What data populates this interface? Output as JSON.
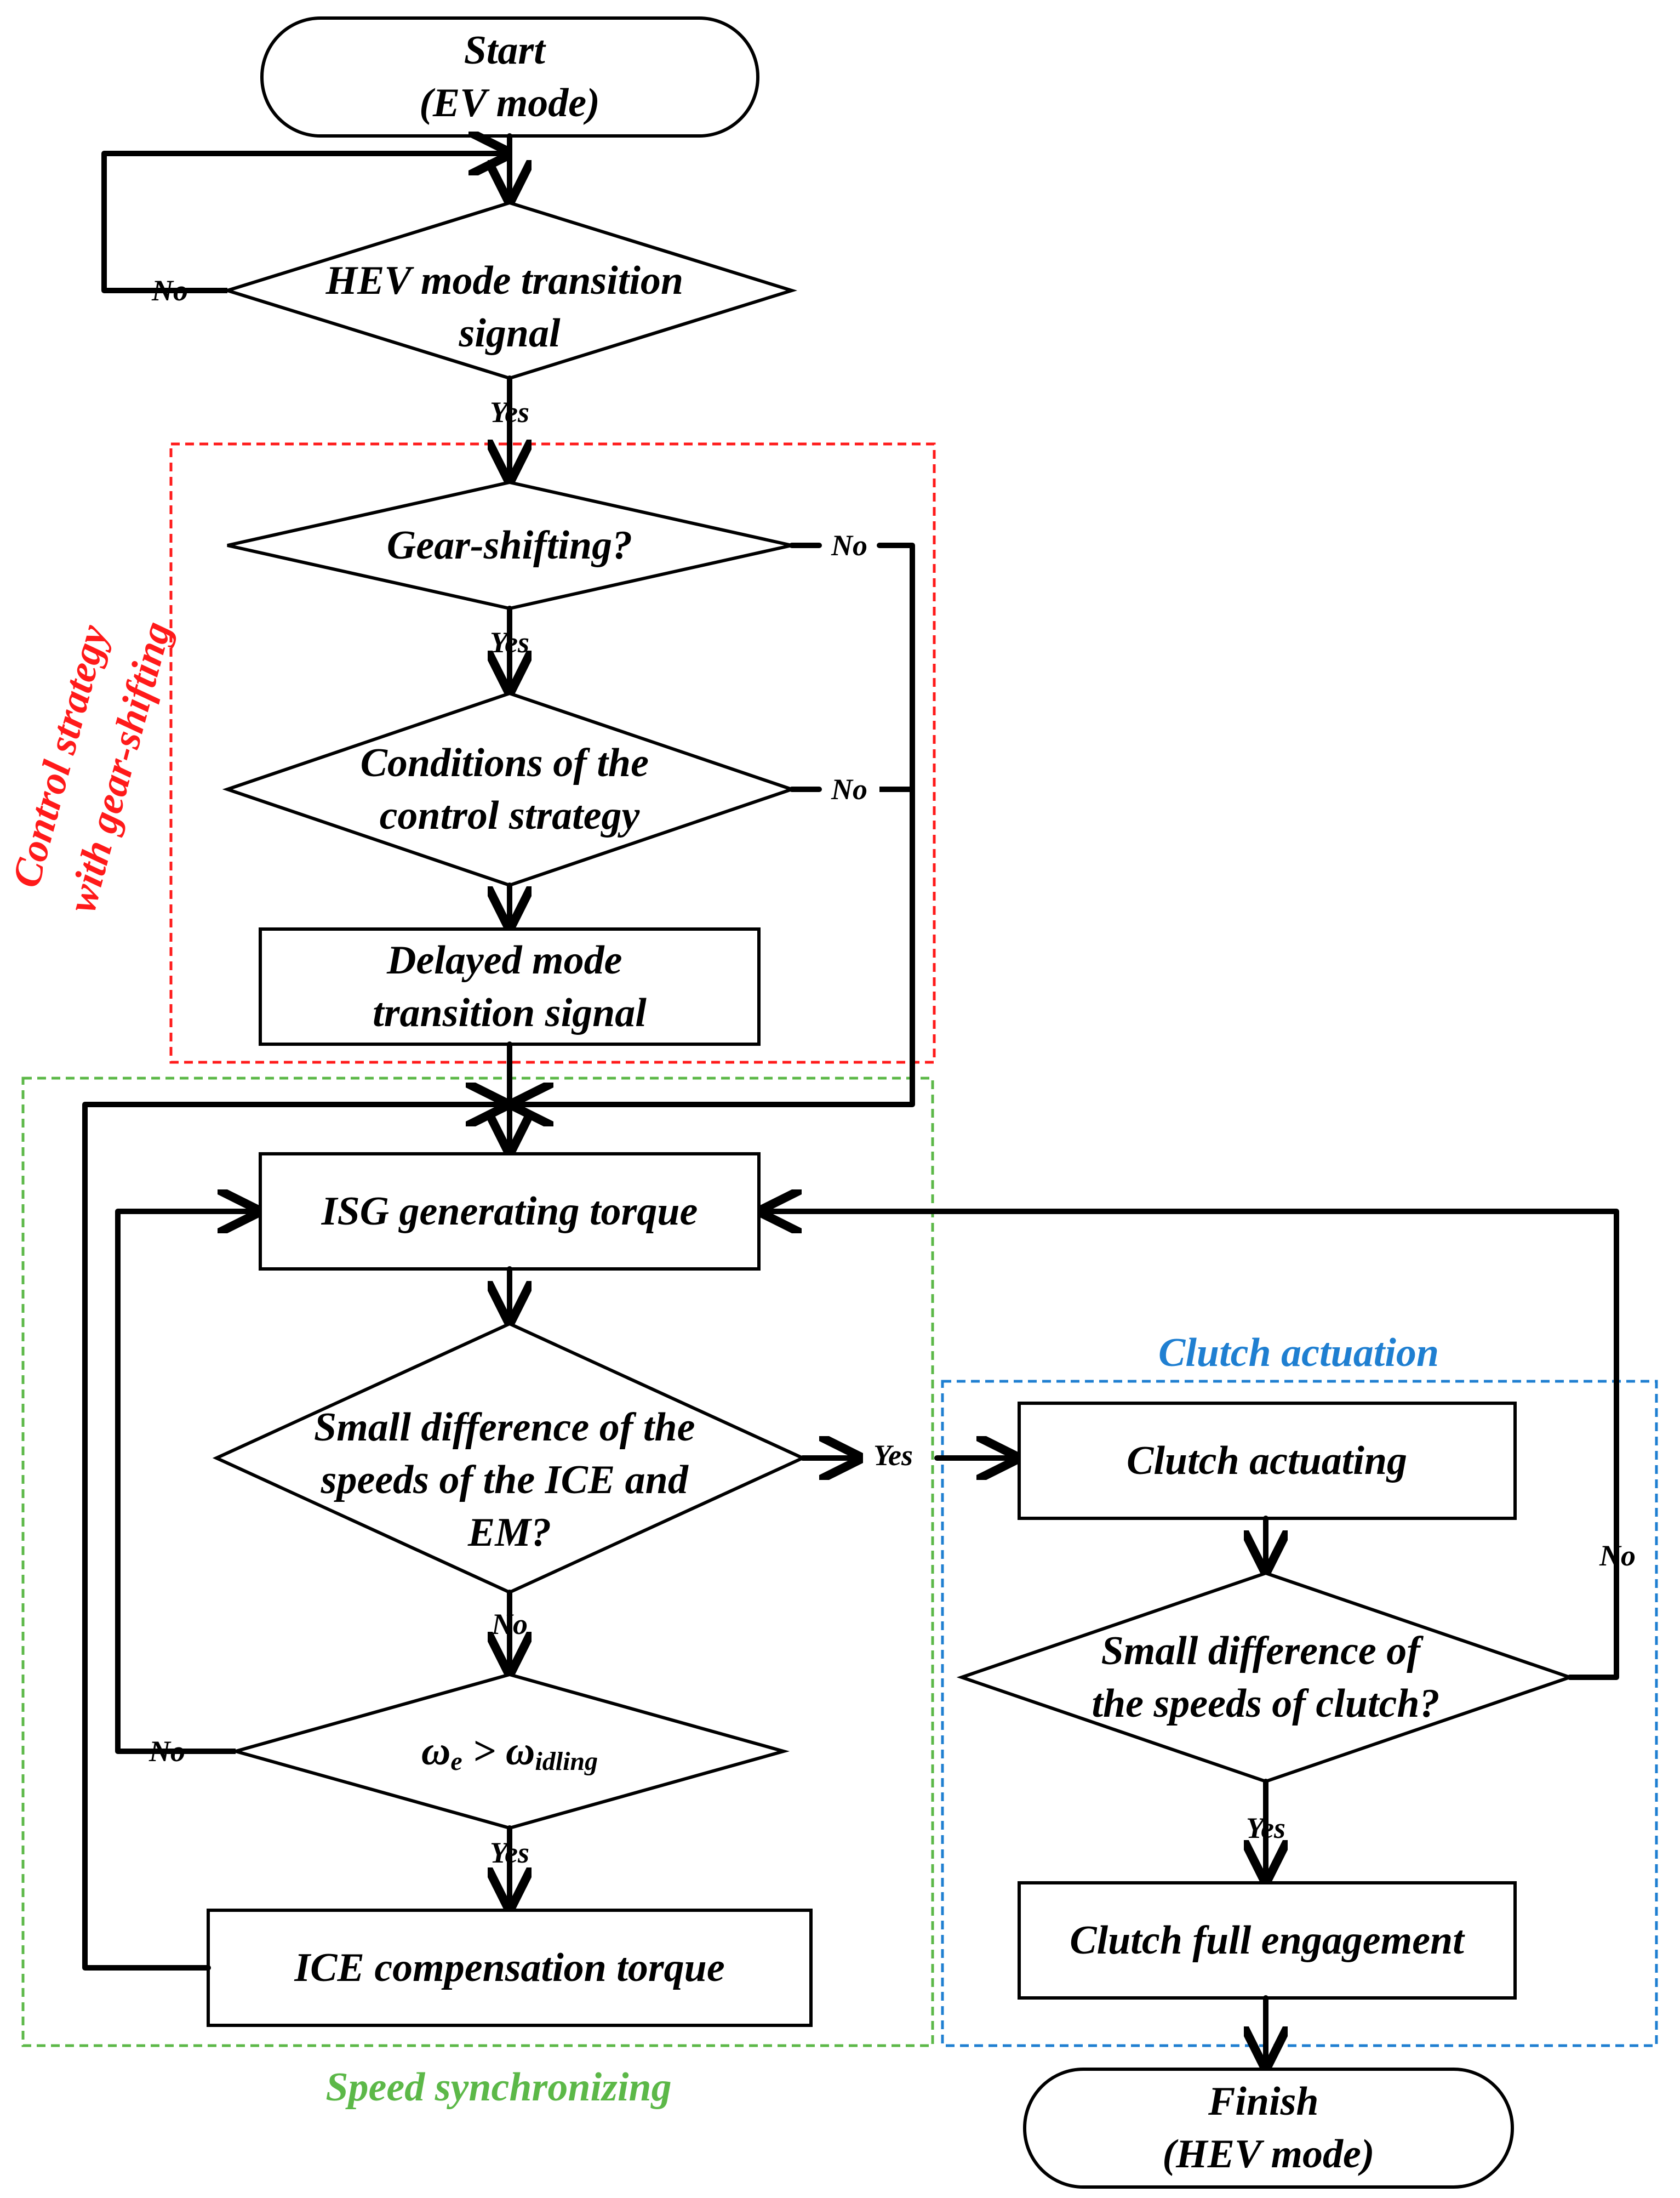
{
  "nodes": {
    "start": [
      "Start",
      "(EV mode)"
    ],
    "hev_signal": [
      "HEV mode transition",
      "signal"
    ],
    "gear_shifting": [
      "Gear-shifting?"
    ],
    "conditions": [
      "Conditions of the",
      "control strategy"
    ],
    "delayed": [
      "Delayed mode",
      "transition signal"
    ],
    "isg": [
      "ISG generating torque"
    ],
    "small_diff_speeds": [
      "Small difference of the",
      "speeds of the ICE and",
      "EM?"
    ],
    "omega_lhs": "ω",
    "omega_lhs_sub": "e",
    "omega_op": " > ω",
    "omega_rhs_sub": "idling",
    "ice_comp": [
      "ICE  compensation torque"
    ],
    "clutch_actuating": [
      "Clutch actuating"
    ],
    "small_diff_clutch": [
      "Small difference of",
      "the speeds of clutch?"
    ],
    "clutch_full": [
      "Clutch full engagement"
    ],
    "finish": [
      "Finish",
      "(HEV mode)"
    ]
  },
  "edge_labels": {
    "no_hev": "No",
    "yes_hev": "Yes",
    "no_gear": "No",
    "yes_gear": "Yes",
    "no_cond": "No",
    "yes_diff": "Yes",
    "no_diff": "No",
    "no_omega": "No",
    "yes_omega": "Yes",
    "no_clutch": "No",
    "yes_clutch": "Yes"
  },
  "groups": {
    "control_strategy": [
      "Control strategy",
      "with gear-shifting"
    ],
    "speed_sync": "Speed synchronizing",
    "clutch_actuation": "Clutch actuation"
  },
  "colors": {
    "control_strategy": "#ff1a1a",
    "speed_sync": "#5cb848",
    "clutch_actuation": "#1f7fd1"
  }
}
